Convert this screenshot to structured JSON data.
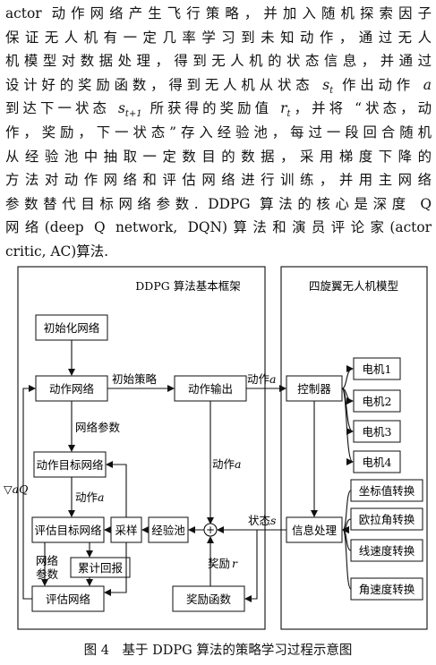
{
  "paragraph": {
    "lines": [
      {
        "parts": [
          {
            "t": "actor 动作网络产生飞行策略，并加入随机探索因子"
          }
        ]
      },
      {
        "parts": [
          {
            "t": "保证无人机有一定几率学习到未知动作，通过无人"
          }
        ]
      },
      {
        "parts": [
          {
            "t": "机模型对数据处理，得到无人机的状态信息，并通过"
          }
        ]
      },
      {
        "parts": [
          {
            "t": "设计好的奖励函数，得到无人机从状态 "
          },
          {
            "t": "s",
            "i": true
          },
          {
            "t": "t",
            "sub": true
          },
          {
            "t": " 作出动作 "
          },
          {
            "t": "a",
            "i": true
          }
        ]
      },
      {
        "parts": [
          {
            "t": "到达下一状态 "
          },
          {
            "t": "s",
            "i": true
          },
          {
            "t": "t+1",
            "sub": true
          },
          {
            "t": " 所获得的奖励值 "
          },
          {
            "t": "r",
            "i": true
          },
          {
            "t": "t",
            "sub": true
          },
          {
            "t": "，并将 “状态，动"
          }
        ]
      },
      {
        "parts": [
          {
            "t": "作，奖励，下一状态”存入经验池，每过一段回合随机"
          }
        ]
      },
      {
        "parts": [
          {
            "t": "从经验池中抽取一定数目的数据，采用梯度下降的"
          }
        ]
      },
      {
        "parts": [
          {
            "t": "方法对动作网络和评估网络进行训练，并用主网络"
          }
        ]
      },
      {
        "parts": [
          {
            "t": "参数替代目标网络参数. DDPG 算法的核心是深度 Q"
          }
        ]
      },
      {
        "parts": [
          {
            "t": "网络(deep Q network, DQN)算法和演员评论家(actor"
          }
        ]
      },
      {
        "parts": [
          {
            "t": "critic, AC)算法."
          }
        ]
      }
    ]
  },
  "diagram": {
    "left_title": "DDPG 算法基本框架",
    "right_title": "四旋翼无人机模型",
    "boxes": {
      "init": "初始化网络",
      "actor": "动作网络",
      "action_out": "动作输出",
      "actor_target": "动作目标网络",
      "critic_target": "评估目标网络",
      "sample": "采样",
      "buffer": "经验池",
      "accumulate": "累计回报",
      "critic": "评估网络",
      "reward_fn": "奖励函数",
      "controller": "控制器",
      "info": "信息处理",
      "motor1": "电机1",
      "motor2": "电机2",
      "motor3": "电机3",
      "motor4": "电机4",
      "coord": "坐标值转换",
      "euler": "欧拉角转换",
      "linvel": "线速度转换",
      "angvel": "角速度转换"
    },
    "labels": {
      "init_policy": "初始策略",
      "action_a1": "动作",
      "action_a2": "动作",
      "action_a3": "动作",
      "net_params": "网络参数",
      "net_params_v1": "网络",
      "net_params_v2": "参数",
      "state_s": "状态",
      "reward_r": "奖励",
      "grad_aq": "▽",
      "var_a": "a",
      "var_s": "s",
      "var_r": "r",
      "var_aQ": "aQ",
      "plus": "+"
    }
  },
  "caption": "图 4　基于 DDPG 算法的策略学习过程示意图"
}
